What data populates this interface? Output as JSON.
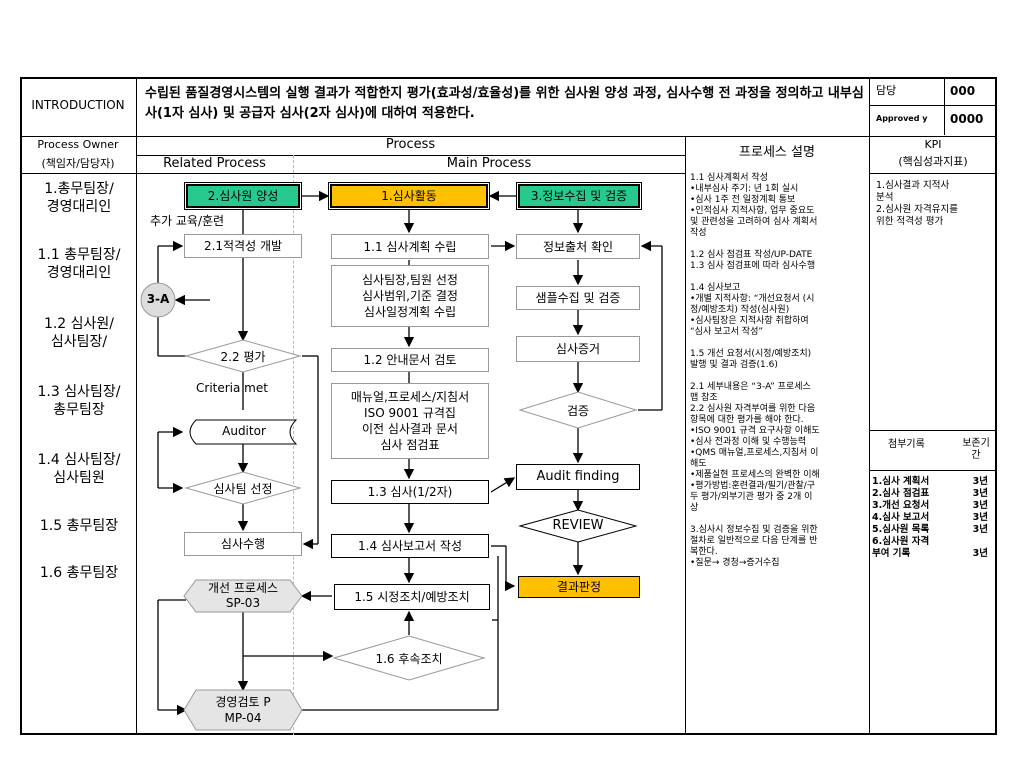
{
  "header": {
    "intro_label": "INTRODUCTION",
    "intro_text": "수립된 품질경영시스템의 실행 결과가 적합한지 평가(효과성/효율성)를 위한 심사원 양성 과정, 심사수행 전 과정을 정의하고 내부심사(1자 심사) 및 공급자 심사(2자 심사)에 대하여 적용한다.",
    "owner_label": "담당",
    "owner_value": "000",
    "approved_label": "Approved y",
    "approved_value": "0000"
  },
  "columns": {
    "process_owner": "Process Owner",
    "process_owner_sub": "(책임자/담당자)",
    "process": "Process",
    "related_process": "Related Process",
    "main_process": "Main Process",
    "description": "프로세스 설명",
    "kpi": "KPI",
    "kpi_sub": "(핵심성과지표)"
  },
  "owners": [
    {
      "line1": "1.총무팀장/",
      "line2": "경영대리인"
    },
    {
      "line1": "1.1 총무팀장/",
      "line2": "경영대리인"
    },
    {
      "line1": "1.2 심사원/",
      "line2": "심사팀장/"
    },
    {
      "line1": "1.3 심사팀장/",
      "line2": "총무팀장"
    },
    {
      "line1": "1.4 심사팀장/",
      "line2": "심사팀원"
    },
    {
      "line1": "1.5 총무팀장",
      "line2": ""
    },
    {
      "line1": "1.6 총무팀장",
      "line2": ""
    }
  ],
  "flow": {
    "n_auditor_training": "2.심사원 양성",
    "n_audit_activity": "1.심사활동",
    "n_info_collect": "3.정보수집 및 검증",
    "extra_training": "추가 교육/훈련",
    "n_21": "2.1적격성 개발",
    "connector_3a": "3-A",
    "n_22": "2.2 평가",
    "criteria_met": "Criteria   met",
    "auditor": "Auditor",
    "team_select": "심사팀 선정",
    "audit_perform": "심사수행",
    "improve_proc": "개선 프로세스\nSP-03",
    "mgmt_review": "경영검토 P\nMP-04",
    "n_11": "1.1 심사계획 수립",
    "n_11_detail": "심사팀장,팀원 선정\n심사범위,기준 결정\n심사일정계획 수립",
    "n_12": "1.2 안내문서 검토",
    "n_12_detail": "매뉴얼,프로세스/지침서\nISO 9001 규격집\n이전 심사결과 문서\n심사 점검표",
    "n_13": "1.3 심사(1/2자)",
    "n_14": "1.4 심사보고서 작성",
    "n_15": "1.5 시정조치/예방조치",
    "n_16": "1.6 후속조치",
    "info_source": "정보출처 확인",
    "sample_verify": "샘플수집 및 검증",
    "evidence": "심사증거",
    "verify": "검증",
    "audit_finding": "Audit finding",
    "review": "REVIEW",
    "result_judge": "결과판정"
  },
  "description_text": "1.1 심사계획서 작성\n•내부심사 주기: 년 1회 실시\n•심사 1주 전 일정계획 통보\n•인적심사 지적사항, 업무 중요도\n및 관련성을 고려하여 심사 계획서\n작성\n\n1.2 심사 점검표 작성/UP-DATE\n1.3 심사 점검표에 따라 심사수행\n\n1.4 심사보고\n•개별 지적사항: “개선요청서 (시\n정/예방조치) 작성(심사원)\n•심사팀장은 지적사항 취합하여\n“심사 보고서 작성”\n\n1.5 개선 요청서(시정/예방조치)\n발행 및 결과 검증(1.6)\n\n2.1 세부내용은 “3-A” 프로세스\n맵 참조\n2.2 심사원 자격부여를 위한 다음\n항목에 대한 평가를 해야 한다.\n•ISO 9001 규격 요구사항 이해도\n•심사 전과정 이해 및 수행능력\n•QMS 매뉴얼,프로세스,지침서 이\n해도\n•제품실현 프로세스의 완벽한 이해\n•평가방법:훈련결과/필기/관찰/구\n두 평가/외부기관 평가 중 2개 이\n상\n\n3.심사시 정보수집 및 검증을 위한\n절차로 일반적으로 다음 단계를 반\n복한다.\n•질문→ 경청→증거수집",
  "kpi_text": "1.심사결과 지적사\n   분석\n2.심사원 자격유지를\n   위한 적격성 평가",
  "records": {
    "header_name": "첨부기록",
    "header_period": "보존기\n간",
    "rows": [
      {
        "name": "1.심사 계획서",
        "years": "3년"
      },
      {
        "name": "2.심사 점검표",
        "years": "3년"
      },
      {
        "name": "3.개선 요청서",
        "years": "3년"
      },
      {
        "name": "4.심사 보고서",
        "years": "3년"
      },
      {
        "name": "5.심사원 목록",
        "years": "3년"
      },
      {
        "name": "6.심사원 자격\n   부여 기록",
        "years": "3년"
      }
    ]
  },
  "colors": {
    "green": "#27c98f",
    "yellow": "#ffc000"
  }
}
